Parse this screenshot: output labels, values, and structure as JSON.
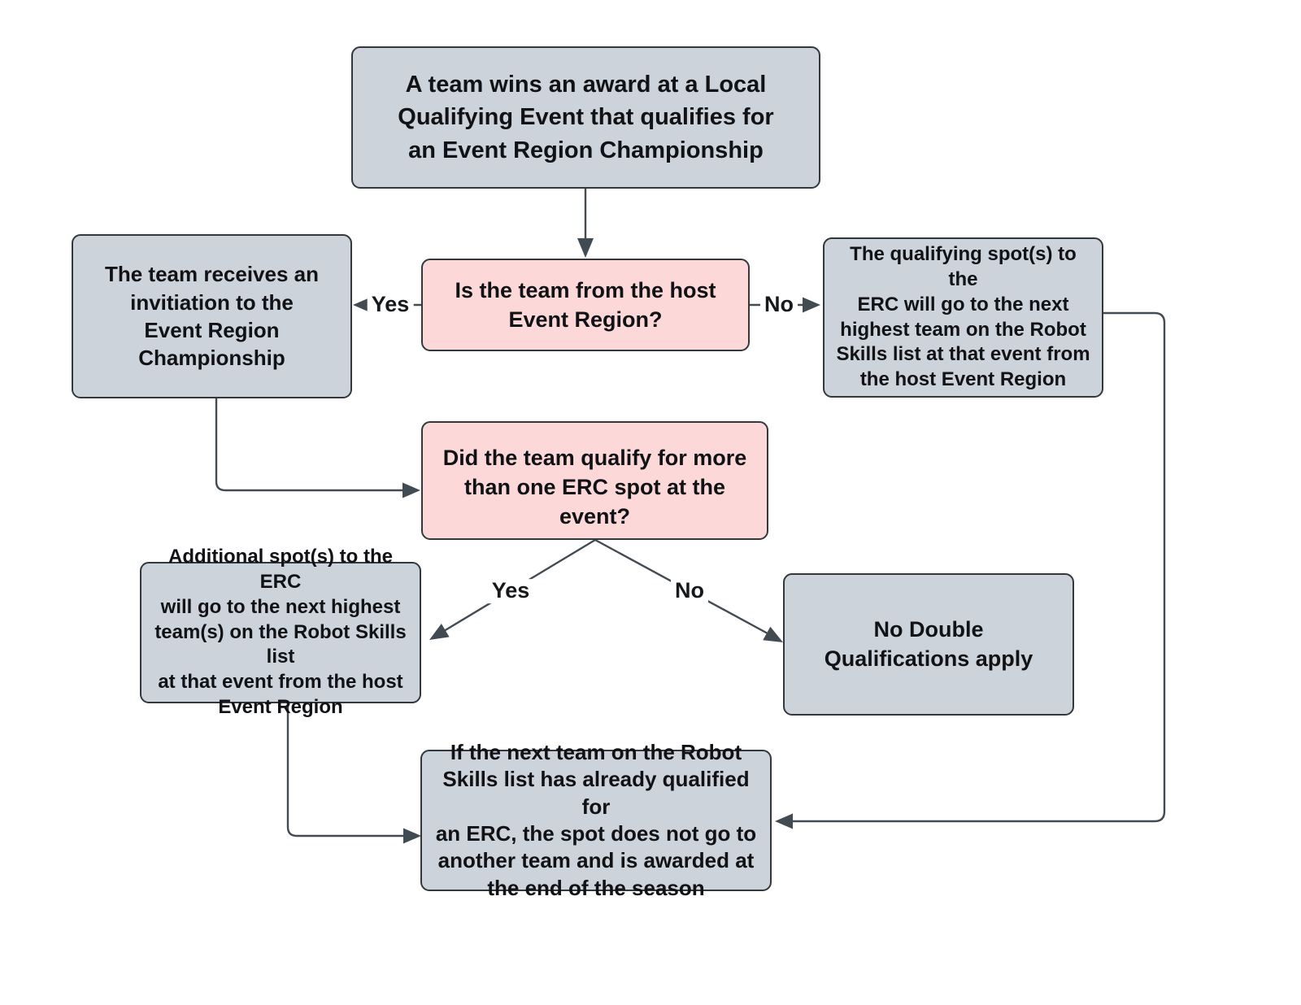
{
  "diagram": {
    "title": "Event Region Championship qualification flowchart",
    "colors": {
      "node_fill": "#cdd3da",
      "decision_fill": "#fcd9d8",
      "border": "#33383c",
      "connector": "#424a52",
      "text": "#111215",
      "background": "#ffffff"
    },
    "nodes": {
      "start": {
        "text": "A team wins an award at a Local\nQualifying Event that qualifies for\nan Event Region Championship"
      },
      "decision_host": {
        "text": "Is the team from the host\nEvent Region?"
      },
      "invitation": {
        "text": "The team receives an\ninvitiation to the\nEvent Region\nChampionship"
      },
      "qualifying_spot": {
        "text": "The qualifying spot(s) to the\nERC will go to the next\nhighest team on the Robot\nSkills list at that event from\nthe host Event Region"
      },
      "decision_multi": {
        "text": "Did the team qualify for more\nthan one ERC spot at the event?"
      },
      "additional_spots": {
        "text": "Additional spot(s) to the ERC\nwill go to the next highest\nteam(s) on the Robot Skills list\nat that event from the host\nEvent Region"
      },
      "no_double": {
        "text": "No Double\nQualifications apply"
      },
      "season_award": {
        "text": "If the next team on the Robot\nSkills list has already qualified for\nan ERC, the spot does not go to\nanother team and is awarded at\nthe end of the season"
      }
    },
    "edges": {
      "host_yes": {
        "label": "Yes"
      },
      "host_no": {
        "label": "No"
      },
      "multi_yes": {
        "label": "Yes"
      },
      "multi_no": {
        "label": "No"
      }
    }
  }
}
